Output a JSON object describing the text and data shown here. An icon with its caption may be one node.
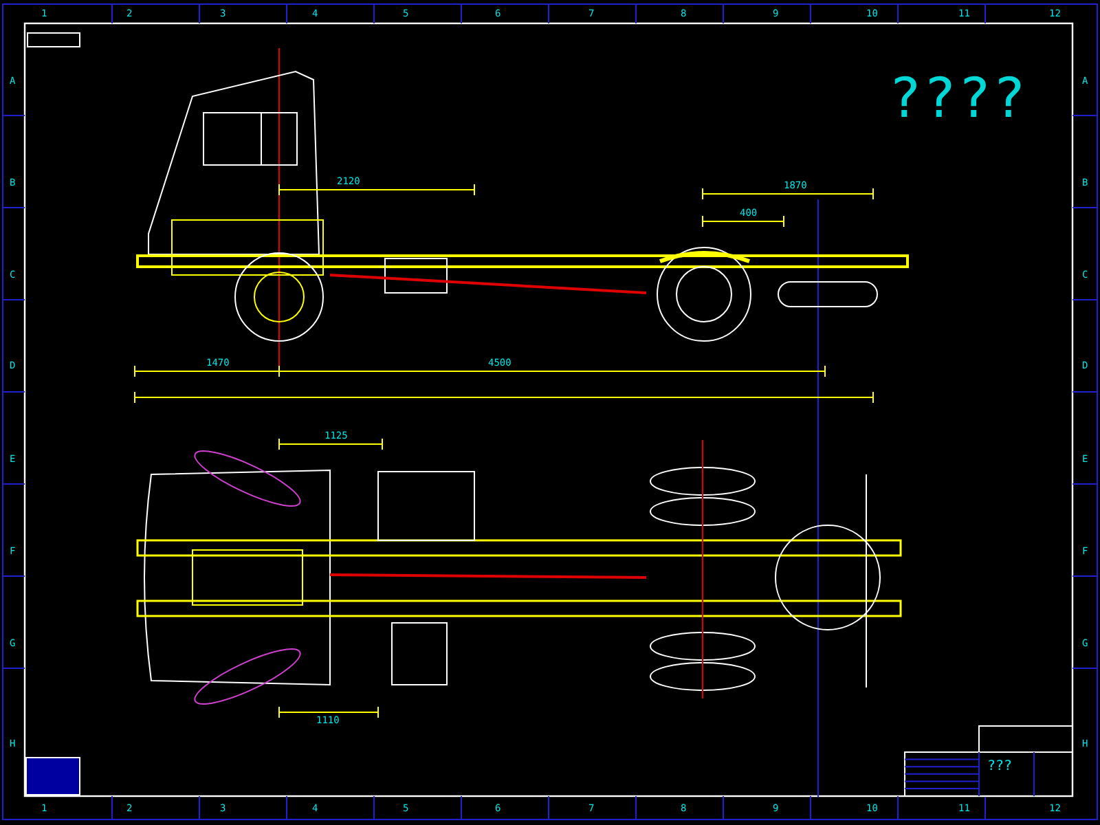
{
  "diagram": {
    "title": "????",
    "labels": [
      "1",
      "2",
      "3",
      "4",
      "5",
      "6",
      "7",
      "8",
      "9",
      "10",
      "11",
      "12",
      "A",
      "B",
      "C",
      "D",
      "E",
      "F",
      "G",
      "H",
      "A",
      "B",
      "C",
      "D",
      "E",
      "F",
      "G",
      "H",
      "1",
      "2",
      "3",
      "4",
      "5",
      "6",
      "7",
      "8",
      "9",
      "10",
      "11",
      "12",
      "2120",
      "1470",
      "4500",
      "1870",
      "400",
      "1125",
      "1110",
      "???"
    ]
  }
}
